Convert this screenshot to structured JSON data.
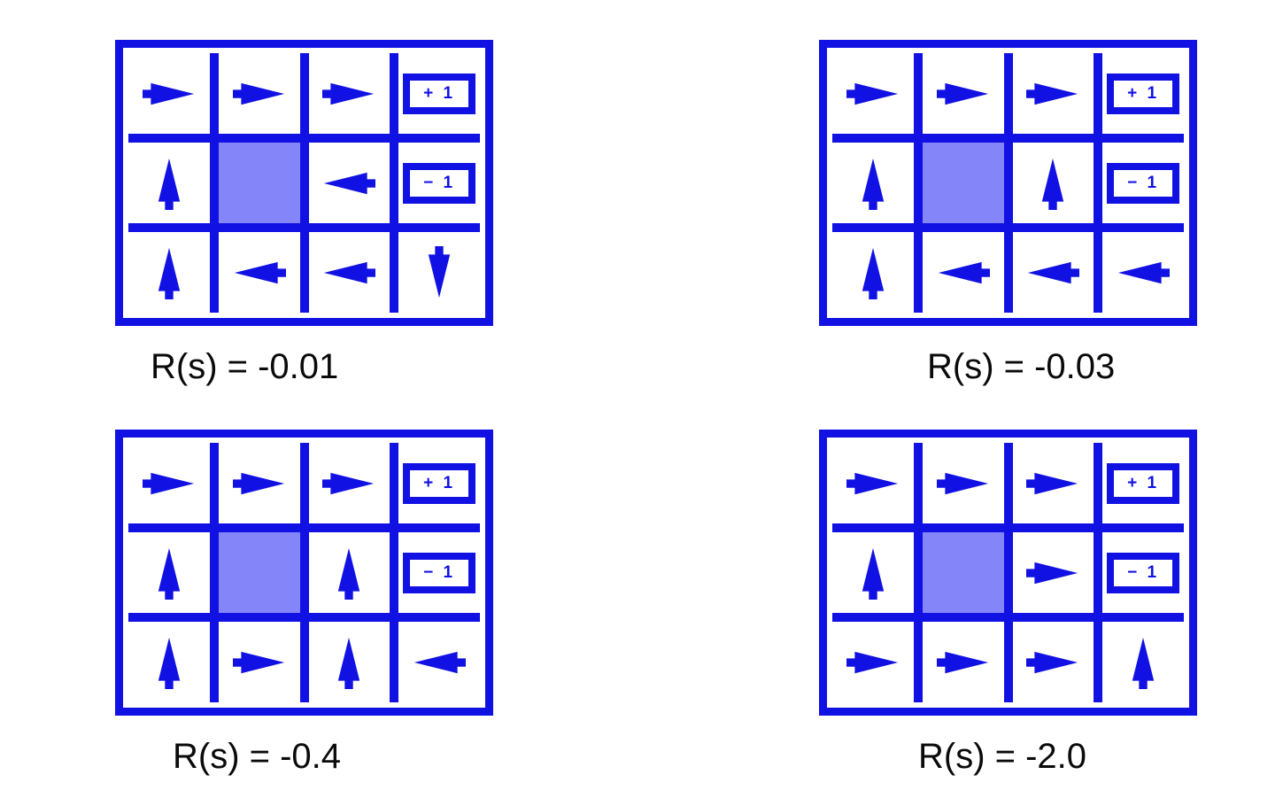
{
  "figure": {
    "description": "Optimal policies for a 4x3 gridworld under different state rewards",
    "colors": {
      "blue": "#1111e4",
      "wall": "#8585fa",
      "caption_text": "#0a0a0a",
      "background": "#ffffff"
    },
    "terminal_labels": {
      "plus1": "+ 1",
      "minus1": "− 1"
    },
    "grids": [
      {
        "caption": "R(s) = -0.01",
        "cells": [
          [
            "right",
            "right",
            "right",
            "plus1"
          ],
          [
            "up",
            "wall",
            "left",
            "minus1"
          ],
          [
            "up",
            "left",
            "left",
            "down"
          ]
        ]
      },
      {
        "caption": "R(s) = -0.03",
        "cells": [
          [
            "right",
            "right",
            "right",
            "plus1"
          ],
          [
            "up",
            "wall",
            "up",
            "minus1"
          ],
          [
            "up",
            "left",
            "left",
            "left"
          ]
        ]
      },
      {
        "caption": "R(s) = -0.4",
        "cells": [
          [
            "right",
            "right",
            "right",
            "plus1"
          ],
          [
            "up",
            "wall",
            "up",
            "minus1"
          ],
          [
            "up",
            "right",
            "up",
            "left"
          ]
        ]
      },
      {
        "caption": "R(s) = -2.0",
        "cells": [
          [
            "right",
            "right",
            "right",
            "plus1"
          ],
          [
            "up",
            "wall",
            "right",
            "minus1"
          ],
          [
            "right",
            "right",
            "right",
            "up"
          ]
        ]
      }
    ]
  }
}
